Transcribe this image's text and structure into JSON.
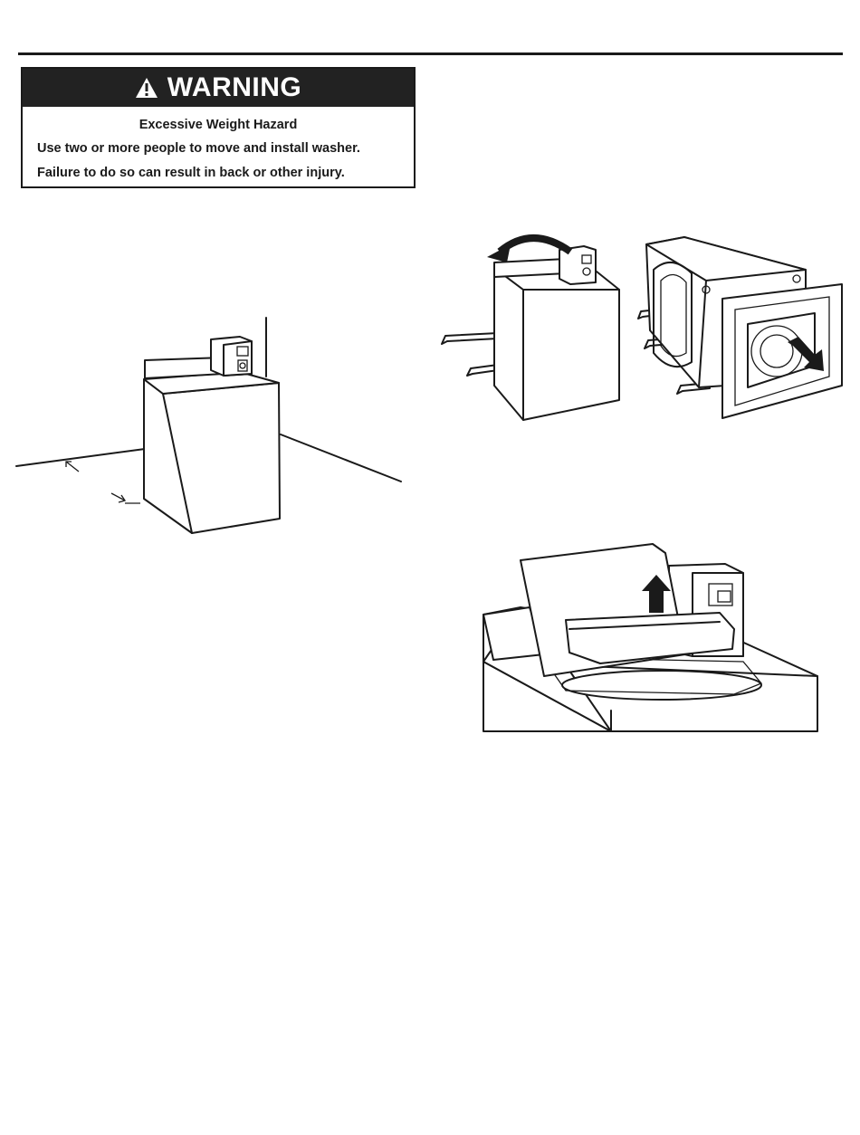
{
  "warning": {
    "title": "WARNING",
    "hazard": "Excessive Weight Hazard",
    "lines": [
      "Use two or more people to move and install washer.",
      "Failure to do so can result in back or other injury."
    ],
    "colors": {
      "header_bg": "#222222",
      "header_text": "#ffffff",
      "border": "#1a1a1a"
    },
    "icon": "warning-triangle-icon"
  },
  "figures": {
    "corner_install": {
      "icon": "washer-in-corner-illustration"
    },
    "remove_shipping": {
      "icon": "washer-tilt-and-crate-removal-illustration"
    },
    "lift_lid": {
      "icon": "washer-lid-packing-lift-illustration"
    }
  }
}
